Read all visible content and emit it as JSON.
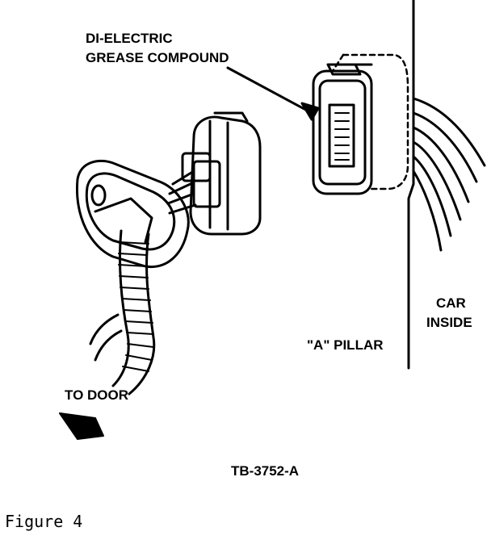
{
  "labels": {
    "callout_line1": "DI-ELECTRIC",
    "callout_line2": "GREASE COMPOUND",
    "car_line1": "CAR",
    "car_line2": "INSIDE",
    "pillar": "\"A\" PILLAR",
    "to_door": "TO DOOR",
    "part_code": "TB-3752-A",
    "figure_caption": "Figure  4"
  },
  "colors": {
    "ink": "#000000",
    "paper": "#ffffff"
  }
}
